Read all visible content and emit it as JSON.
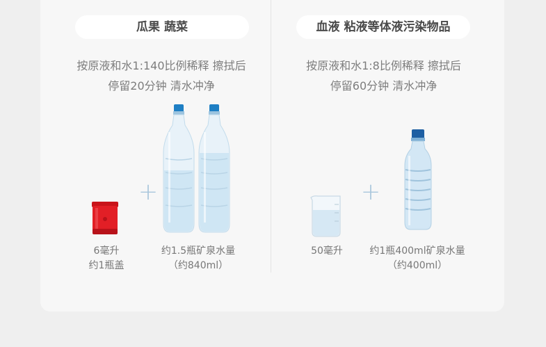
{
  "left_panel": {
    "title": "瓜果 蔬菜",
    "instruction_line1": "按原液和水1:140比例稀释  擦拭后",
    "instruction_line2": "停留20分钟  清水冲净",
    "item1_line1": "6毫升",
    "item1_line2": "约1瓶盖",
    "plus": "+",
    "item2_line1": "约1.5瓶矿泉水量",
    "item2_line2": "（约840ml）"
  },
  "right_panel": {
    "title": "血液 粘液等体液污染物品",
    "instruction_line1": "按原液和水1:8比例稀释  擦拭后",
    "instruction_line2": "停留60分钟  清水冲净",
    "item1_line1": "50毫升",
    "plus": "+",
    "item2_line1": "约1瓶400ml矿泉水量",
    "item2_line2": "（约400ml）"
  },
  "colors": {
    "cap_red": "#e21f26",
    "bottle_cap_blue": "#1e7fc4",
    "water_blue": "#cfe6f4",
    "plus_blue": "#a9c6dc"
  },
  "icons": {
    "bottle_cap": "red-bottle-cap-icon",
    "large_bottle": "water-bottle-icon",
    "beaker": "measuring-beaker-icon",
    "small_bottle": "small-water-bottle-icon"
  }
}
